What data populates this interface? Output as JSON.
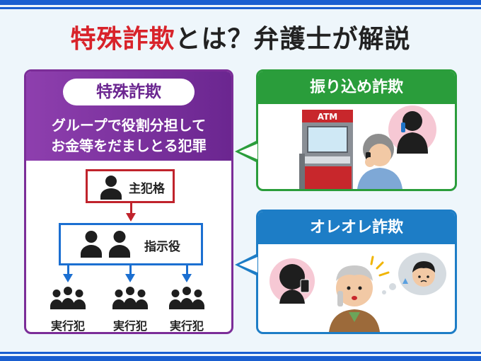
{
  "title": {
    "accent": "特殊詐欺",
    "rest": "とは？弁護士が解説"
  },
  "left": {
    "pill": "特殊詐欺",
    "definition_line1": "グループで役割分担して",
    "definition_line2": "お金等をだましとる犯罪",
    "boss_label": "主犯格",
    "director_label": "指示役",
    "executors": [
      "実行犯",
      "実行犯",
      "実行犯"
    ]
  },
  "right": {
    "panel1_title": "振り込め詐欺",
    "atm_label": "ATM",
    "panel2_title": "オレオレ詐欺"
  },
  "colors": {
    "brand_blue": "#1a5fd0",
    "accent_red": "#d8232a",
    "purple": "#7b2d98",
    "green": "#2a9d3b",
    "blue": "#1d7dc6"
  }
}
